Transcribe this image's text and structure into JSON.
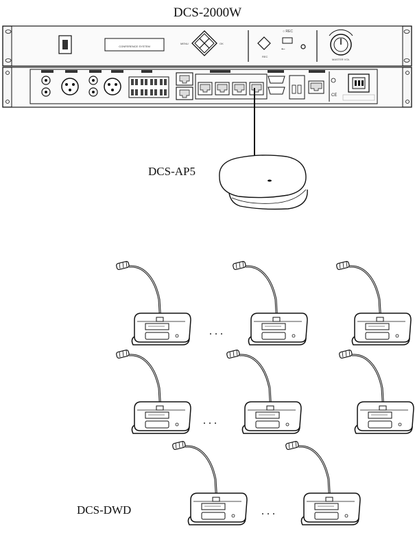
{
  "diagram": {
    "host": {
      "model": "DCS-2000W",
      "panel_text": "CONFERENCE SYSTEM"
    },
    "access_point": {
      "model": "DCS-AP5"
    },
    "units": {
      "model": "DCS-DWD",
      "ellipsis": ". . ."
    }
  },
  "colors": {
    "line": "#111111",
    "panel": "#f4f4f4",
    "unit_fill": "#ffffff"
  }
}
